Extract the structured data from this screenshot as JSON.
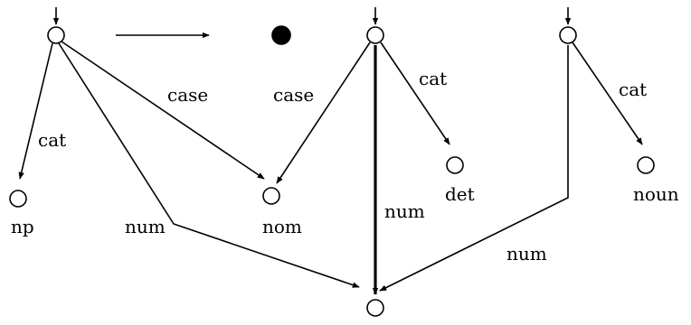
{
  "diagram": {
    "labels": {
      "cat_left": "cat",
      "case_left": "case",
      "np": "np",
      "num_left": "num",
      "nom": "nom",
      "case_mid": "case",
      "cat_mid": "cat",
      "det": "det",
      "num_mid": "num",
      "cat_right": "cat",
      "noun": "noun",
      "num_right": "num"
    },
    "colors": {
      "ink": "#000000",
      "background": "#ffffff"
    }
  }
}
